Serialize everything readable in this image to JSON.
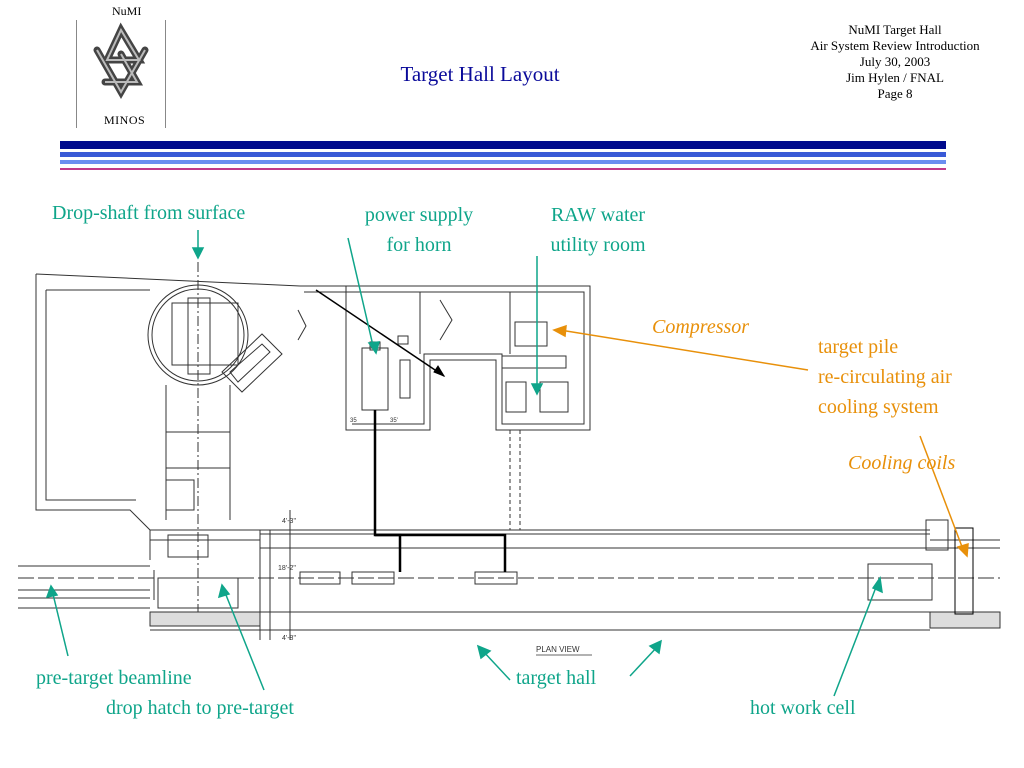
{
  "header": {
    "numi_label": "NuMI",
    "minos_label": "MINOS",
    "title": "Target Hall Layout",
    "info_lines": [
      "NuMI Target Hall",
      "Air System Review Introduction",
      "July 30, 2003",
      "Jim Hylen / FNAL",
      "Page 8"
    ]
  },
  "rules": [
    {
      "color": "#000a8c",
      "thickness": "thick"
    },
    {
      "color": "#3a5ad6",
      "thickness": "medium"
    },
    {
      "color": "#6b8ef0",
      "thickness": "medium"
    },
    {
      "color": "#c23a8a",
      "thickness": "thin"
    }
  ],
  "labels": {
    "drop_shaft": "Drop-shaft from surface",
    "power_supply": [
      "power supply",
      "for horn"
    ],
    "raw_water": [
      "RAW water",
      "utility room"
    ],
    "compressor": "Compressor",
    "target_pile": [
      "target pile",
      "re-circulating air",
      "cooling system"
    ],
    "cooling_coils": "Cooling coils",
    "pre_target_beamline": "pre-target beamline",
    "drop_hatch": "drop hatch to pre-target",
    "target_hall": "target hall",
    "hot_work_cell": "hot work cell"
  },
  "drawing": {
    "dim_top": "4'-3\"",
    "dim_mid": "18'-2\"",
    "dim_bottom": "4'-8\"",
    "dim_a": "35",
    "dim_b": "35'",
    "plan_view": "PLAN VIEW"
  },
  "colors": {
    "title": "#0a0a9a",
    "teal_labels": "#0fa58a",
    "orange_labels": "#e8900a",
    "drawing_lines": "#333333"
  }
}
